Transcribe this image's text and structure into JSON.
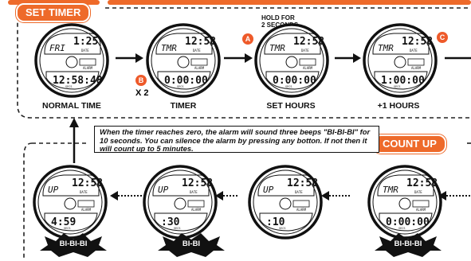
{
  "headers": {
    "set_timer": "SET TIMER",
    "count_up": "COUNT UP"
  },
  "hold_note": "HOLD FOR\n2 SECONDS",
  "buttons": {
    "a": "A",
    "b": "B",
    "c": "C"
  },
  "press_count": "X 2",
  "captions": [
    "NORMAL TIME",
    "TIMER",
    "SET HOURS",
    "+1 HOURS"
  ],
  "note": "When the timer reaches zero, the alarm will sound three beeps \"BI-BI-BI\" for 10 seconds.  You can silence the alarm by pressing any botton.  If not then it will count up to 5 minutes.",
  "bursts": [
    "BI-BI-BI",
    "BI-BI",
    "BI-BI-BI"
  ],
  "watch_labels": {
    "date": "DATE",
    "alarm": "ALARM",
    "secs": "SECS"
  },
  "watches_top": [
    {
      "mode": "FRI",
      "time": "1:25",
      "main": "12:58:48"
    },
    {
      "mode": "TMR",
      "time": "12:58",
      "main": "0:00:00"
    },
    {
      "mode": "TMR",
      "time": "12:58",
      "main": "0:00:00"
    },
    {
      "mode": "TMR",
      "time": "12:58",
      "main": "1:00:00"
    }
  ],
  "watches_bottom": [
    {
      "mode": "UP",
      "time": "12:58",
      "main": "4:59"
    },
    {
      "mode": "UP",
      "time": "12:58",
      "main": ":30"
    },
    {
      "mode": "UP",
      "time": "12:58",
      "main": ":10"
    },
    {
      "mode": "TMR",
      "time": "12:58",
      "main": "0:00:00"
    }
  ],
  "colors": {
    "accent": "#ee6a2a",
    "ink": "#111111"
  }
}
